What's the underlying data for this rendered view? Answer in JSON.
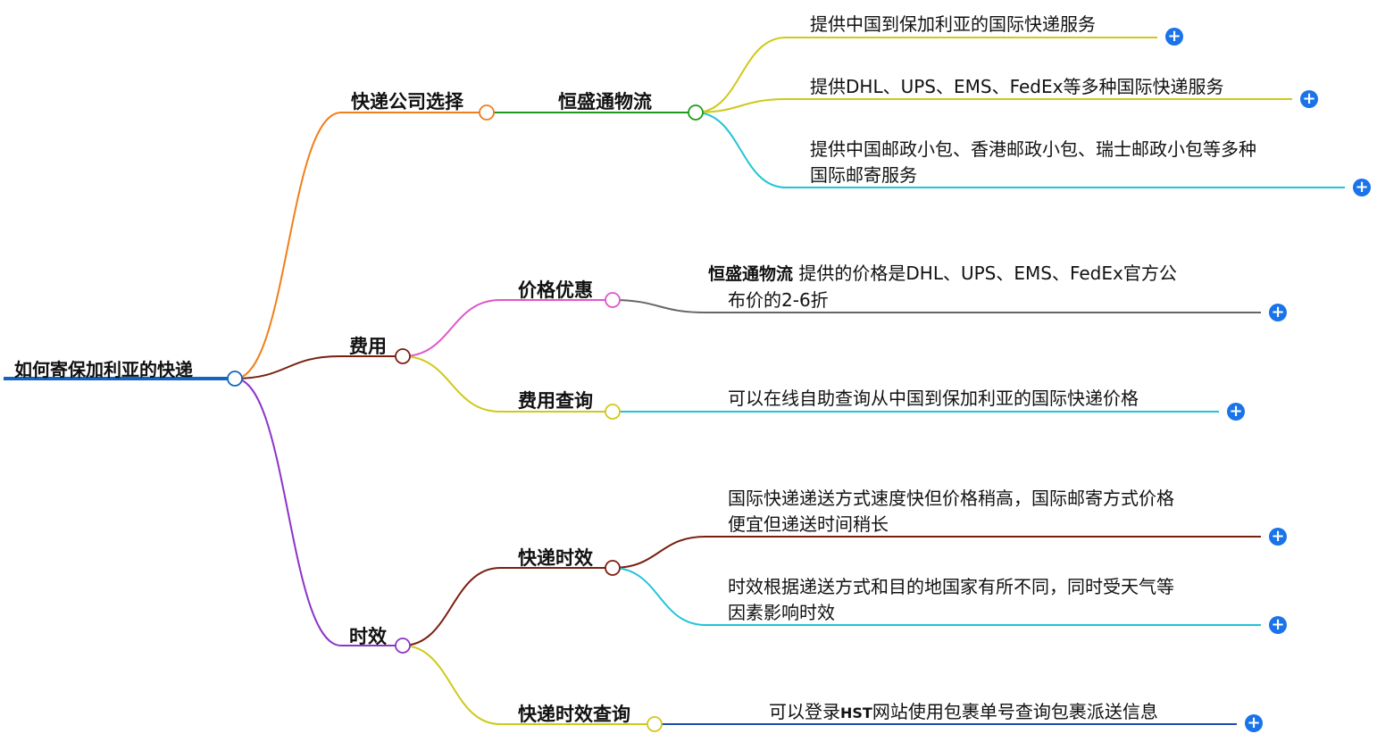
{
  "root": {
    "label": "如何寄保加利亚的快递"
  },
  "branches": [
    {
      "label": "快递公司选择",
      "color": "#f07f1a",
      "children": [
        {
          "label": "恒盛通物流",
          "color": "#1e9a1e",
          "leaves": [
            {
              "lines": [
                "提供中国到保加利亚的国际快递服务"
              ],
              "color": "#cfc91a"
            },
            {
              "lines": [
                "提供DHL、UPS、EMS、FedEx等多种国际快递服务"
              ],
              "color": "#cfc91a"
            },
            {
              "lines": [
                "提供中国邮政小包、香港邮政小包、瑞士邮政小包等多种",
                "国际邮寄服务"
              ],
              "color": "#21c4d6"
            }
          ]
        }
      ]
    },
    {
      "label": "费用",
      "color": "#7a1f10",
      "children": [
        {
          "label": "价格优惠",
          "color": "#e056c8",
          "leaves": [
            {
              "bold_prefix": "恒盛通物流",
              "lines": [
                "提供的价格是DHL、UPS、EMS、FedEx官方公",
                "布价的2-6折"
              ],
              "color": "#666666"
            }
          ]
        },
        {
          "label": "费用查询",
          "color": "#cfc91a",
          "leaves": [
            {
              "lines": [
                "可以在线自助查询从中国到保加利亚的国际快递价格"
              ],
              "color": "#21c4d6"
            }
          ]
        }
      ]
    },
    {
      "label": "时效",
      "color": "#8b35c9",
      "children": [
        {
          "label": "快递时效",
          "color": "#7a1f10",
          "leaves": [
            {
              "lines": [
                "国际快递递送方式速度快但价格稍高，国际邮寄方式价格",
                "便宜但递送时间稍长"
              ],
              "color": "#7a1f10"
            },
            {
              "lines": [
                "时效根据递送方式和目的地国家有所不同，同时受天气等",
                "因素影响时效"
              ],
              "color": "#21c4d6"
            }
          ]
        },
        {
          "label": "快递时效查询",
          "color": "#cfc91a",
          "leaves": [
            {
              "lines": [
                "可以登录",
                "网站使用包裹单号查询包裹派送信息"
              ],
              "inline_bold": "HST",
              "color": "#1a4fa8"
            }
          ]
        }
      ]
    }
  ],
  "colors": {
    "root_line": "#1565c0",
    "expand_button": "#1a73e8"
  },
  "icons": {
    "expand": "plus-circle-icon"
  }
}
